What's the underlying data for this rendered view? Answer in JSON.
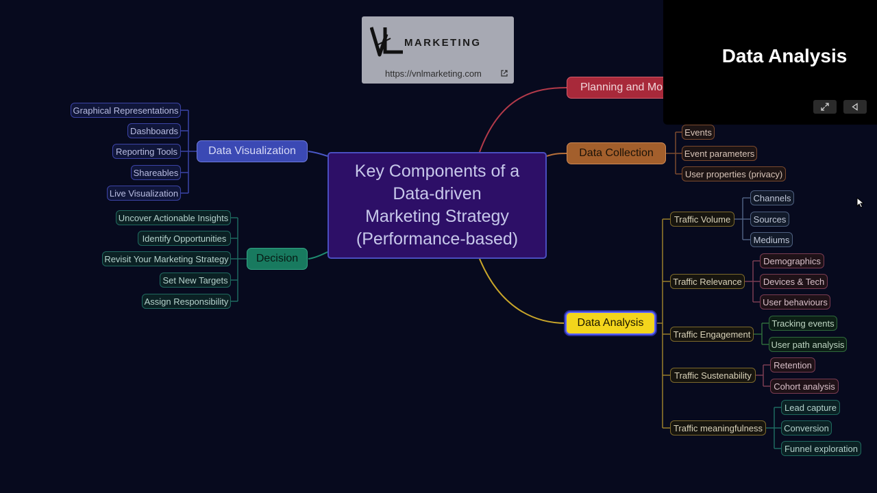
{
  "central": {
    "line1": "Key Components of a",
    "line2": "Data-driven",
    "line3": "Marketing Strategy",
    "line4": "(Performance-based)"
  },
  "logo": {
    "brand": "MARKETING",
    "url": "https://vnlmarketing.com"
  },
  "overlay": {
    "title": "Data Analysis"
  },
  "branches": {
    "planning": "Planning and Mo",
    "collection": "Data Collection",
    "visualization": "Data Visualization",
    "decision": "Decision",
    "analysis": "Data Analysis"
  },
  "visualization_items": [
    "Graphical Representations",
    "Dashboards",
    "Reporting Tools",
    "Shareables",
    "Live Visualization"
  ],
  "decision_items": [
    "Uncover Actionable Insights",
    "Identify Opportunities",
    "Revisit Your Marketing Strategy",
    "Set New Targets",
    "Assign Responsibility"
  ],
  "collection_items": [
    "Events",
    "Event parameters",
    "User properties (privacy)"
  ],
  "analysis": {
    "volume": {
      "label": "Traffic Volume",
      "items": [
        "Channels",
        "Sources",
        "Mediums"
      ]
    },
    "relevance": {
      "label": "Traffic Relevance",
      "items": [
        "Demographics",
        "Devices & Tech",
        "User behaviours"
      ]
    },
    "engagement": {
      "label": "Traffic Engagement",
      "items": [
        "Tracking events",
        "User path analysis"
      ]
    },
    "sustenability": {
      "label": "Traffic Sustenability",
      "items": [
        "Retention",
        "Cohort analysis"
      ]
    },
    "meaningfulness": {
      "label": "Traffic meaningfulness",
      "items": [
        "Lead capture",
        "Conversion",
        "Funnel exploration"
      ]
    }
  },
  "colors": {
    "background": "#070a1e",
    "central": "#2d0f67",
    "planning": "#c83a4a",
    "collection": "#c8733a",
    "visualization": "#4a58c8",
    "decision": "#1f8f72",
    "analysis": "#f2d31c"
  },
  "icons": {
    "expand": "expand-icon",
    "back": "triangle-left-icon",
    "external": "external-link-icon",
    "cursor": "cursor-icon"
  }
}
